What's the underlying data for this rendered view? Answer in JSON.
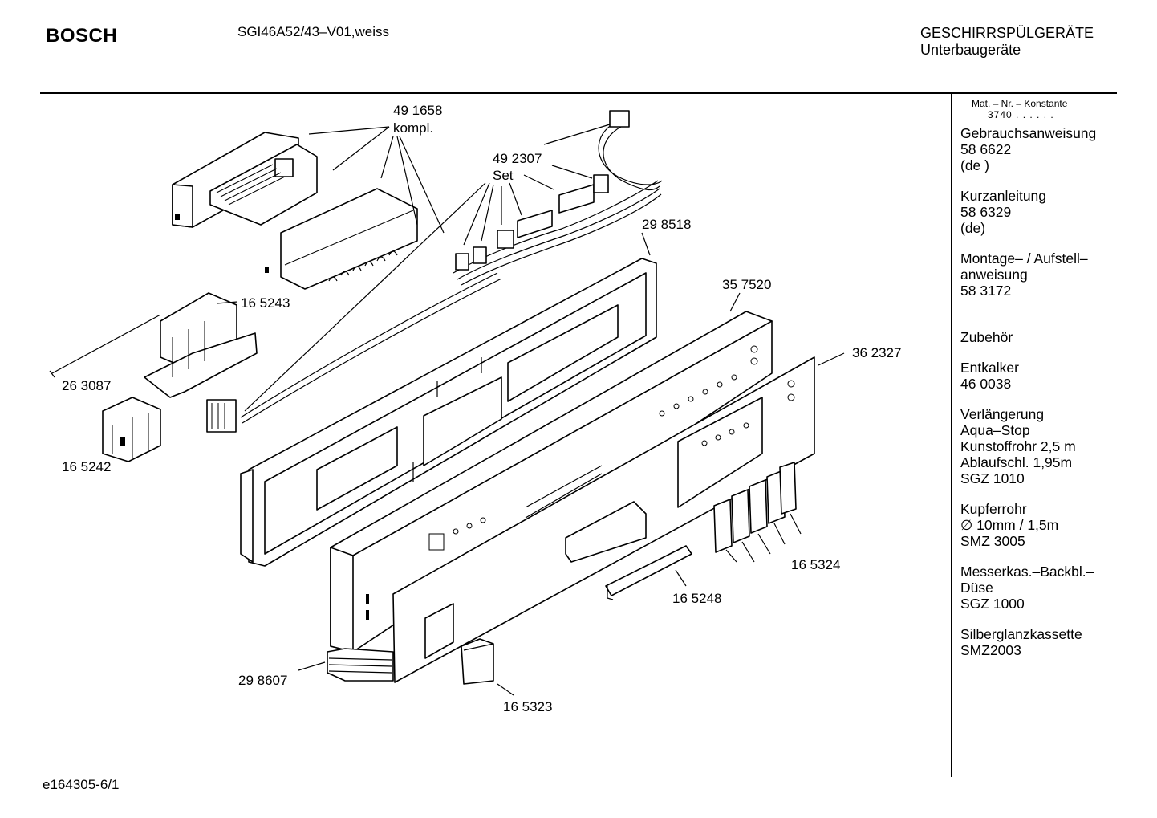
{
  "header": {
    "brand": "BOSCH",
    "model": "SGI46A52/43–V01,weiss",
    "category": "GESCHIRRSPÜLGERÄTE",
    "subcategory": "Unterbaugeräte"
  },
  "footer": {
    "doc_id": "e164305-6/1"
  },
  "sidebar": {
    "konstante_label": "Mat. – Nr. – Konstante",
    "konstante_value": "3740 . .   . . . .",
    "groups": [
      {
        "lines": [
          "Gebrauchsanweisung",
          "58 6622",
          "(de )"
        ]
      },
      {
        "lines": [
          "Kurzanleitung",
          "58 6329",
          "(de)"
        ]
      },
      {
        "lines": [
          "Montage– / Aufstell–",
          "anweisung",
          "58 3172"
        ]
      },
      {
        "lines": [
          "Zubehör"
        ]
      },
      {
        "lines": [
          "Entkalker",
          "46 0038"
        ]
      },
      {
        "lines": [
          "Verlängerung",
          "Aqua–Stop",
          "Kunstoffrohr 2,5 m",
          "Ablaufschl. 1,95m",
          "SGZ 1010"
        ]
      },
      {
        "lines": [
          "Kupferrohr",
          "∅ 10mm / 1,5m",
          "SMZ 3005"
        ]
      },
      {
        "lines": [
          "Messerkas.–Backbl.–",
          "Düse",
          "SGZ 1000"
        ]
      },
      {
        "lines": [
          "Silberglanzkassette",
          "SMZ2003"
        ]
      }
    ]
  },
  "parts": {
    "p491658": "49 1658",
    "p491658_note": "kompl.",
    "p492307": "49 2307",
    "p492307_note": "Set",
    "p298518": "29 8518",
    "p357520": "35 7520",
    "p362327": "36 2327",
    "p165243": "16 5243",
    "p263087": "26 3087",
    "p165242": "16 5242",
    "p165324": "16 5324",
    "p165248": "16 5248",
    "p298607": "29 8607",
    "p165323": "16 5323"
  }
}
